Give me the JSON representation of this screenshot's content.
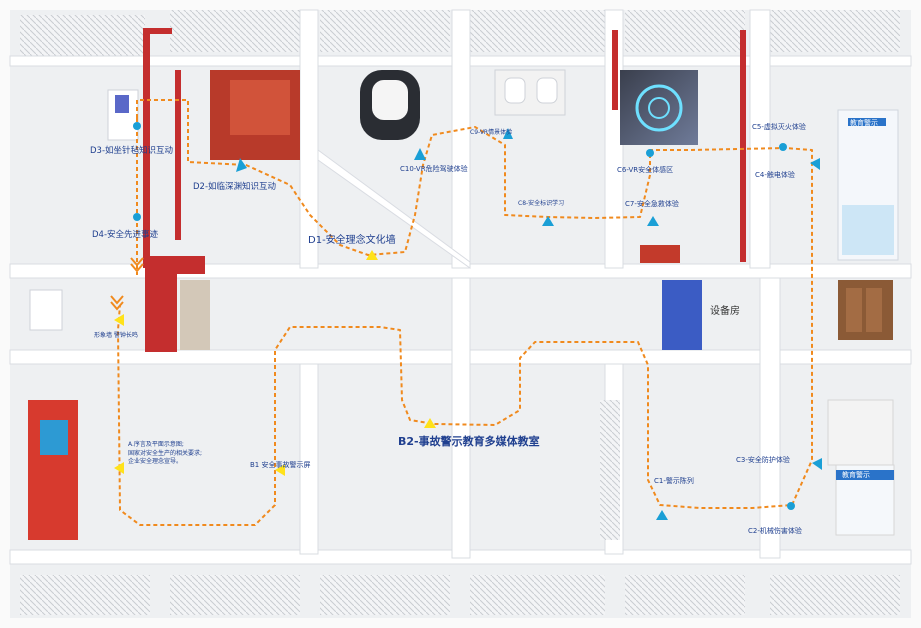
{
  "colors": {
    "route": "#f08a1e",
    "label": "#1f3f8f",
    "wall": "#c42e2e",
    "marker_yellow": "#ffe21a",
    "marker_blue": "#1a9fd6",
    "floor": "#eef0f2",
    "outer_frame": "#fafafa"
  },
  "labels": {
    "d1": "D1-安全理念文化墙",
    "d2": "D2-如临深渊知识互动",
    "d3": "D3-如坐针毡知识互动",
    "d4": "D4-安全先进事迹",
    "c10": "C10-VR危险驾驶体验",
    "c9": "C9-VR情景体验",
    "c8": "C8-安全标识学习",
    "c7": "C7-安全急救体验",
    "c6": "C6-VR安全体感区",
    "c5": "C5-虚拟灭火体验",
    "c4": "C4-触电体验",
    "c3": "C3-安全防护体验",
    "c2": "C2-机械伤害体验",
    "c1": "C1-警示陈列",
    "b1": "B1 安全事故警示屏",
    "b2": "B2-事故警示教育多媒体教室",
    "entrance": "形象墙 警钟长鸣",
    "equipment": "设备房",
    "note_line1": "A.序言及平面示意图;",
    "note_line2": "国家对安全生产的相关要求;",
    "note_line3": "企业安全理念宣导。",
    "panel_top": "教育警示",
    "panel_right": "教育警示"
  }
}
